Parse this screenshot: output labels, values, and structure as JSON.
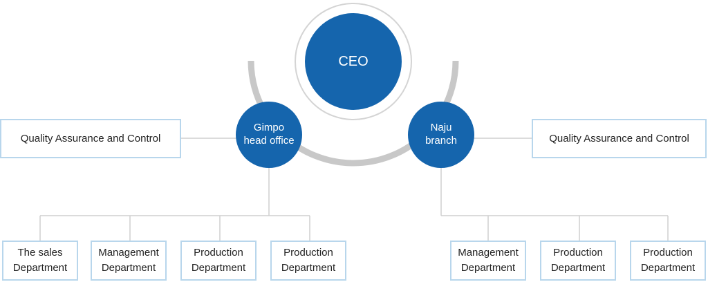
{
  "ceo": {
    "label": "CEO"
  },
  "gimpo": {
    "label_line1": "Gimpo",
    "label_line2": "head office",
    "qa_label": "Quality Assurance and Control",
    "departments": [
      {
        "line1": "The sales",
        "line2": "Department"
      },
      {
        "line1": "Management",
        "line2": "Department"
      },
      {
        "line1": "Production",
        "line2": "Department"
      },
      {
        "line1": "Production",
        "line2": "Department"
      }
    ]
  },
  "naju": {
    "label_line1": "Naju",
    "label_line2": "branch",
    "qa_label": "Quality Assurance and Control",
    "departments": [
      {
        "line1": "Management",
        "line2": "Department"
      },
      {
        "line1": "Production",
        "line2": "Department"
      },
      {
        "line1": "Production",
        "line2": "Department"
      }
    ]
  },
  "colors": {
    "circle_fill": "#1565ad",
    "arc": "#c8c8c8",
    "box_border": "#b8d6ec",
    "connector": "#cfcfcf"
  }
}
